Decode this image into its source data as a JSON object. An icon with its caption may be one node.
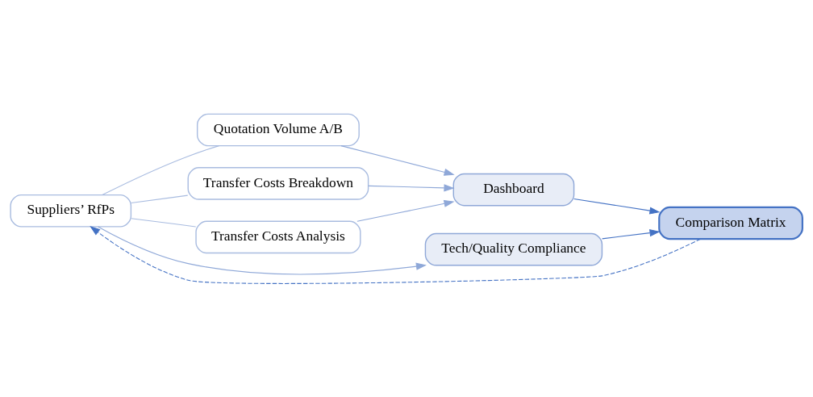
{
  "diagram": {
    "nodes": [
      {
        "text": [
          "Suppliers’ RfPs"
        ]
      },
      {
        "text": [
          "Quotation Volume A/B"
        ]
      },
      {
        "text": [
          "Transfer Costs Breakdown"
        ]
      },
      {
        "text": [
          "Transfer Costs Analysis"
        ]
      },
      {
        "text": [
          "Dashboard"
        ]
      },
      {
        "text": [
          "Tech/Quality Compliance"
        ]
      },
      {
        "text": [
          "Comparison Matrix"
        ]
      }
    ],
    "edges": [
      {
        "from": 0,
        "to": 1,
        "arrow": "none",
        "color": "#a9bce0"
      },
      {
        "from": 0,
        "to": 2,
        "arrow": "none",
        "color": "#a9bce0"
      },
      {
        "from": 0,
        "to": 3,
        "arrow": "none",
        "color": "#a9bce0"
      },
      {
        "from": 1,
        "to": 4,
        "arrow": "to"
      },
      {
        "from": 2,
        "to": 4,
        "arrow": "to"
      },
      {
        "from": 3,
        "to": 4,
        "arrow": "to"
      },
      {
        "from": 0,
        "to": 5,
        "arrow": "to"
      },
      {
        "from": 4,
        "to": 6,
        "arrow": "to",
        "color": "#4472c4"
      },
      {
        "from": 5,
        "to": 6,
        "arrow": "to",
        "color": "#4472c4"
      },
      {
        "from": 6,
        "to": 0,
        "arrow": "to",
        "style": "dashed",
        "color": "#4472c4"
      }
    ]
  }
}
